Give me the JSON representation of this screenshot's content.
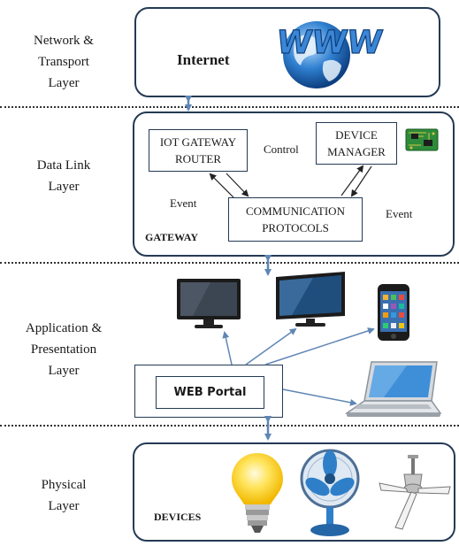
{
  "layers": [
    {
      "id": "network",
      "lines": [
        "Network &",
        "Transport",
        "Layer"
      ]
    },
    {
      "id": "datalink",
      "lines": [
        "Data Link",
        "Layer"
      ]
    },
    {
      "id": "application",
      "lines": [
        "Application &",
        "Presentation",
        "Layer"
      ]
    },
    {
      "id": "physical",
      "lines": [
        "Physical",
        "Layer"
      ]
    }
  ],
  "internet": {
    "label": "Internet",
    "globe_text": "WWW",
    "icon": "www-globe-icon"
  },
  "gateway": {
    "label": "GATEWAY",
    "router": [
      "IOT GATEWAY",
      "ROUTER"
    ],
    "device_manager": [
      "DEVICE",
      "MANAGER"
    ],
    "protocols": [
      "COMMUNICATION",
      "PROTOCOLS"
    ],
    "control_label": "Control",
    "event_left": "Event",
    "event_right": "Event",
    "board_icon": "circuit-board-icon"
  },
  "application": {
    "web_portal": "WEB Portal",
    "clients": [
      "monitor-icon",
      "flat-tv-icon",
      "smartphone-icon",
      "laptop-icon"
    ]
  },
  "physical": {
    "label": "DEVICES",
    "devices": [
      "light-bulb-icon",
      "table-fan-icon",
      "ceiling-fan-icon"
    ]
  },
  "colors": {
    "border": "#243a55",
    "arrow": "#5f86b5",
    "globe": "#2f7fd0"
  }
}
